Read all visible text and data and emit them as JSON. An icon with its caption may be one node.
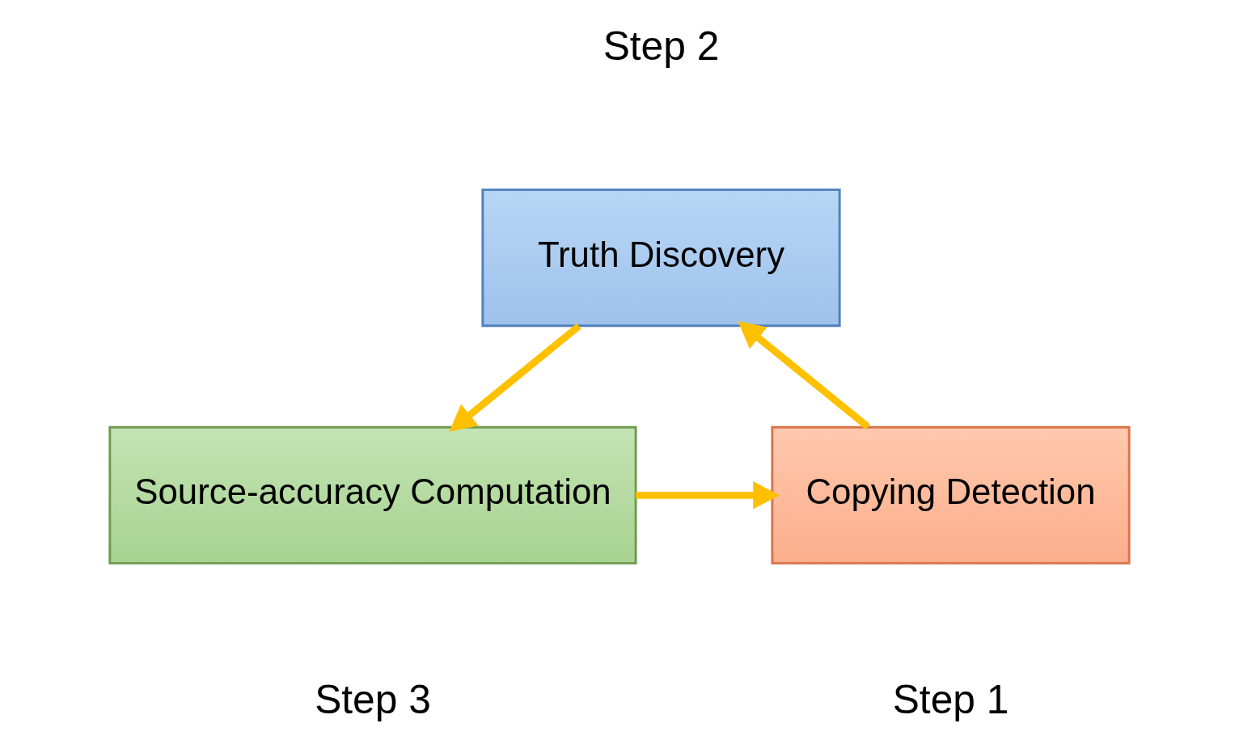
{
  "diagram": {
    "nodes": [
      {
        "text": [
          "Truth Discovery"
        ],
        "beside": [
          "Step 2"
        ]
      },
      {
        "text": [
          "Source-accuracy Computation"
        ],
        "beside": [
          "Step 3"
        ]
      },
      {
        "text": [
          "Copying Detection"
        ],
        "beside": [
          "Step 1"
        ]
      }
    ],
    "edges": [
      {
        "from": 0,
        "to": 1,
        "arrow": "to"
      },
      {
        "from": 1,
        "to": 2,
        "arrow": "to"
      },
      {
        "from": 2,
        "to": 0,
        "arrow": "to"
      }
    ]
  }
}
